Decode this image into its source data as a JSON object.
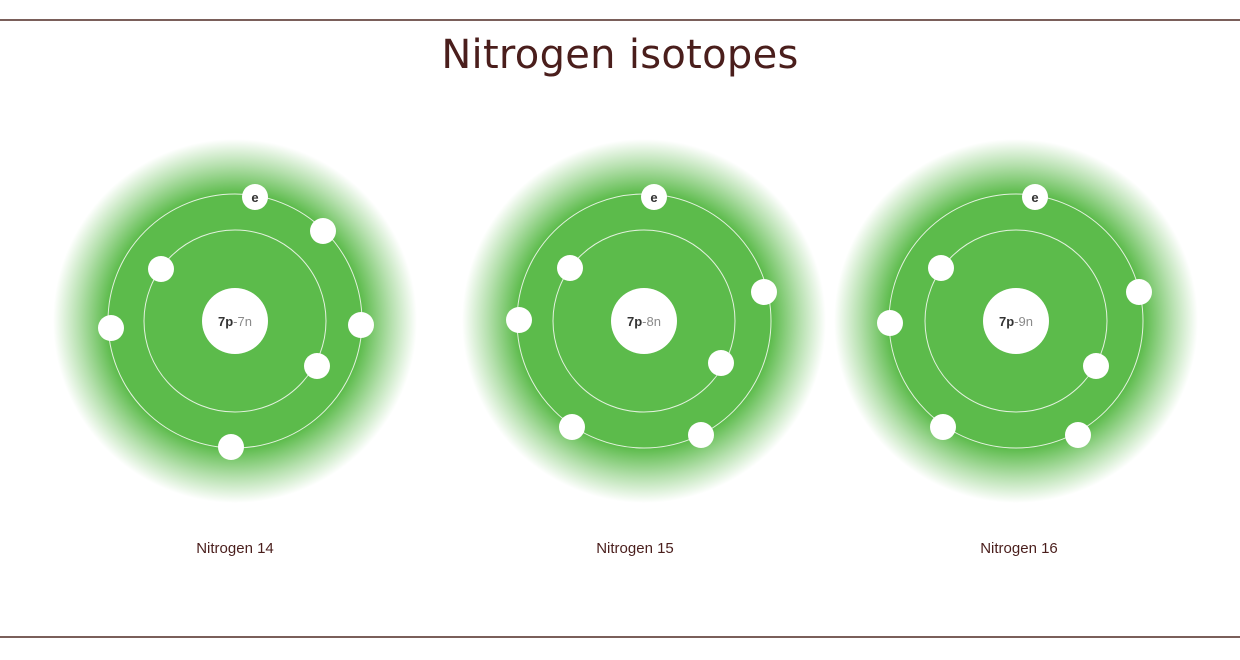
{
  "title": "Nitrogen isotopes",
  "colors": {
    "cloud": "#5cbb4b",
    "rule": "#7a5f5a",
    "title": "#4a1e1c",
    "nucleus_protons_text": "#333333",
    "nucleus_neutrons_text": "#8a8a8a"
  },
  "electron_label": "e",
  "atoms": [
    {
      "label": "Nitrogen 14",
      "protons": "7p",
      "separator": "-",
      "neutrons": "7n"
    },
    {
      "label": "Nitrogen 15",
      "protons": "7p",
      "separator": "-",
      "neutrons": "8n"
    },
    {
      "label": "Nitrogen 16",
      "protons": "7p",
      "separator": "-",
      "neutrons": "9n"
    }
  ]
}
